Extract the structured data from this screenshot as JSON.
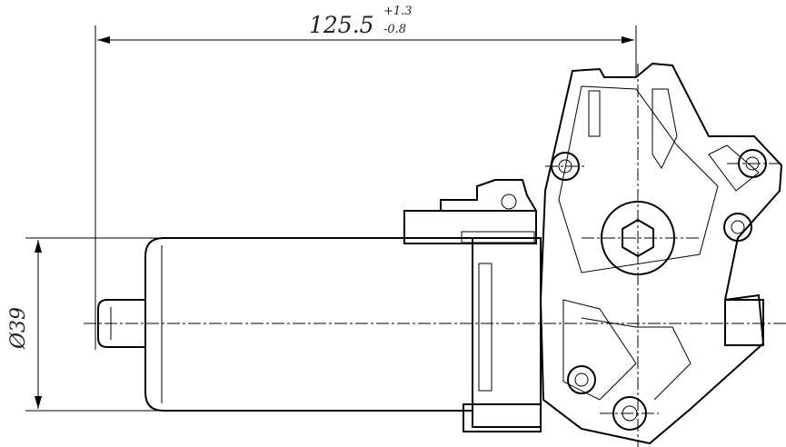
{
  "drawing": {
    "length_dimension": {
      "value": "125.5",
      "upper_tolerance": "+1.3",
      "lower_tolerance": "-0.8"
    },
    "diameter_dimension": {
      "value": "Ø39"
    }
  }
}
